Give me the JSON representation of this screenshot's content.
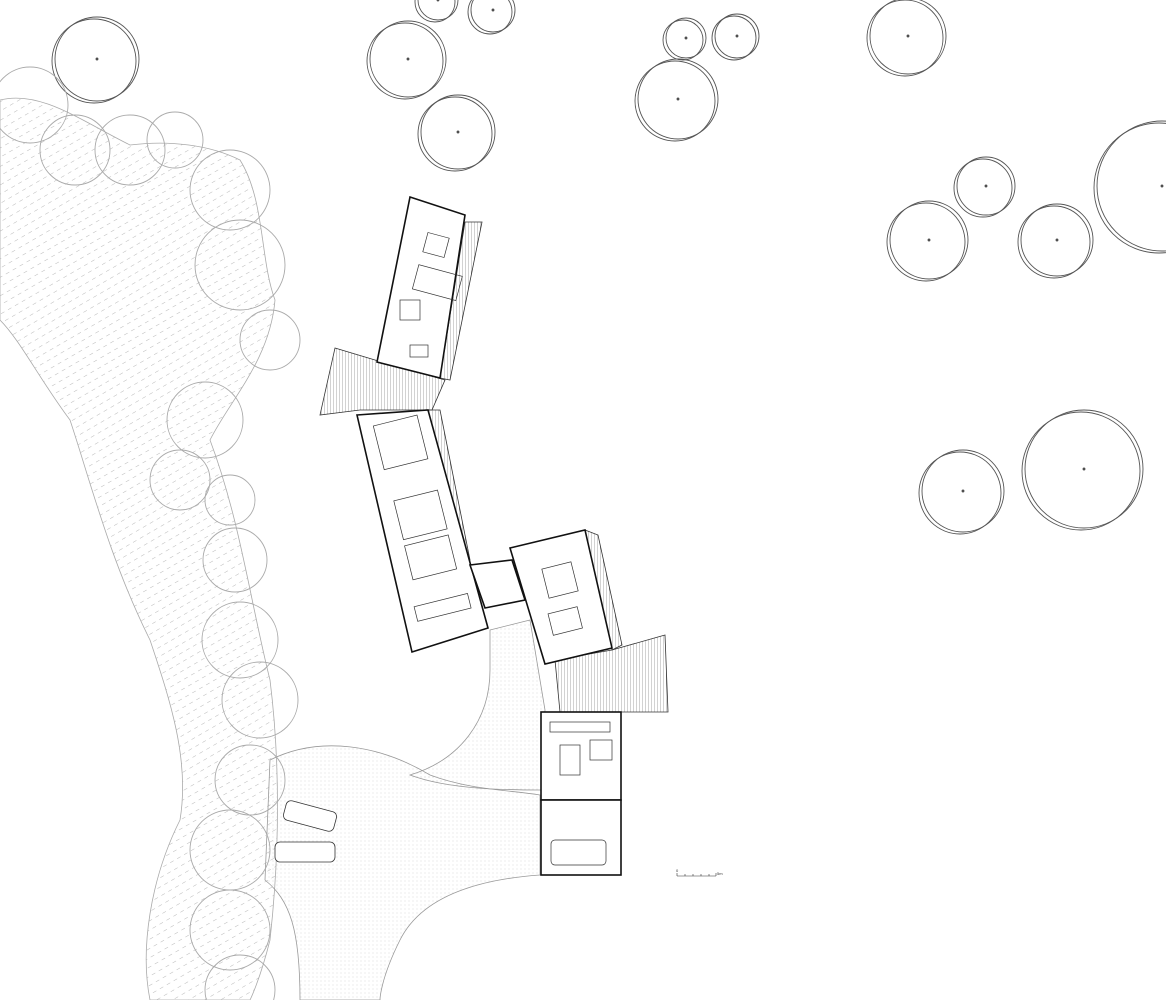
{
  "drawing": {
    "type": "site plan",
    "colors": {
      "line": "#222222",
      "hatch": "#9a9a9a",
      "tree": "#555555",
      "paving": "#bbbbbb"
    }
  },
  "scale_bar": {
    "start_label": "0",
    "end_label": "5m"
  }
}
